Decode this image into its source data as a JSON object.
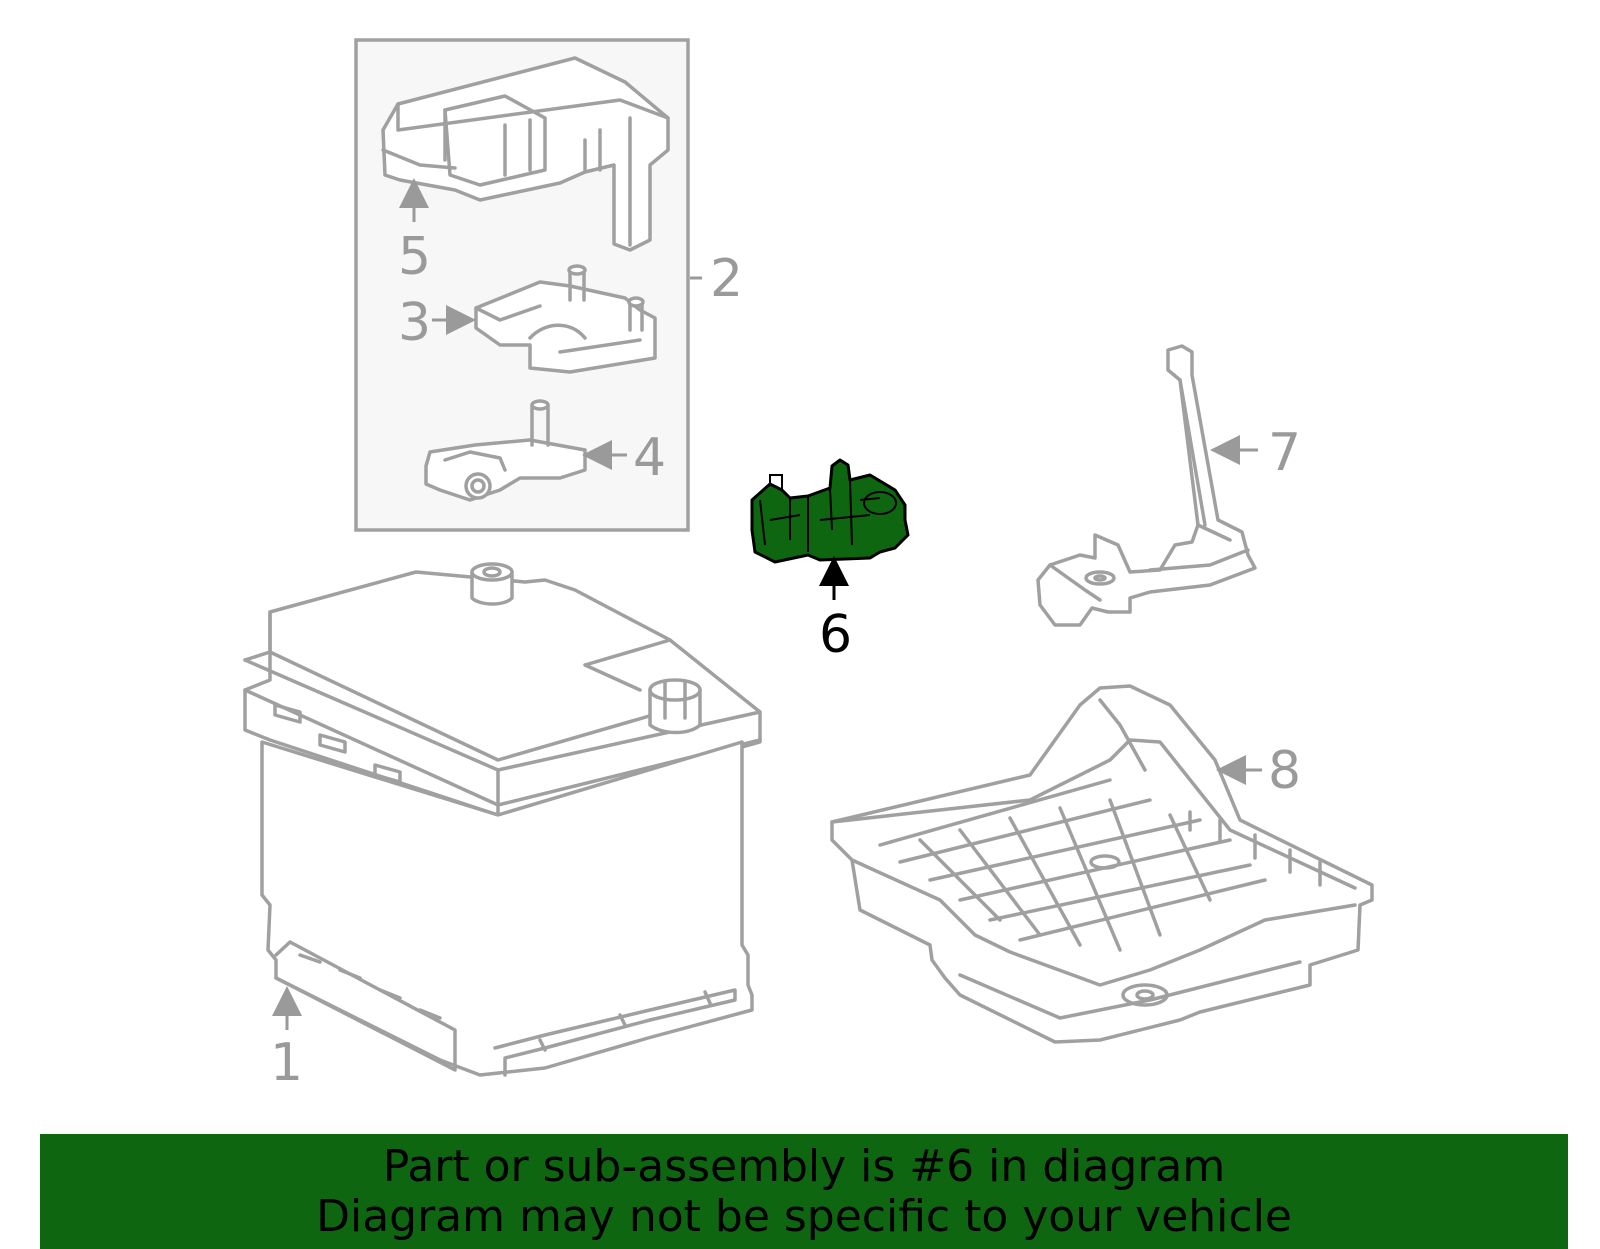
{
  "colors": {
    "highlight": "#0e6610",
    "banner": "#0e6610",
    "line": "#a0a0a0",
    "callout_text": "#9a9a9a",
    "highlight_text": "#000000"
  },
  "callouts": {
    "c1": "1",
    "c2": "2",
    "c3": "3",
    "c4": "4",
    "c5": "5",
    "c6": "6",
    "c7": "7",
    "c8": "8"
  },
  "highlighted_part": "6",
  "banner": {
    "line1": "Part or sub-assembly is #6 in diagram",
    "line2": "Diagram may not be specific to your vehicle"
  }
}
